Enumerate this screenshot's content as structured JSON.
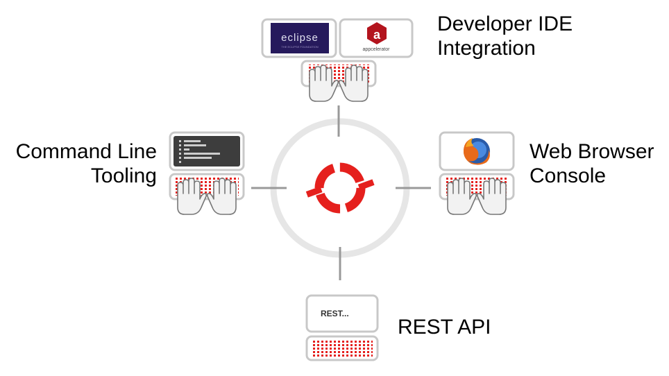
{
  "labels": {
    "developer_ide": [
      "Developer IDE",
      "Integration"
    ],
    "command_line": [
      "Command Line",
      "Tooling"
    ],
    "web_browser": [
      "Web Browser",
      "Console"
    ],
    "rest_api": [
      "REST API"
    ]
  },
  "screens": {
    "eclipse_text": "eclipse",
    "eclipse_subtext": "THE ECLIPSE FOUNDATION",
    "appcelerator_text": "appcelerator",
    "appcelerator_glyph": "a",
    "rest_text": "REST..."
  },
  "colors": {
    "red": "#e5201d",
    "gray_line": "#999999",
    "ring": "#e6e6e6",
    "screen_border": "#c8c8c8",
    "terminal_bg": "#3d3d3d",
    "eclipse_bg": "#261a5c"
  }
}
